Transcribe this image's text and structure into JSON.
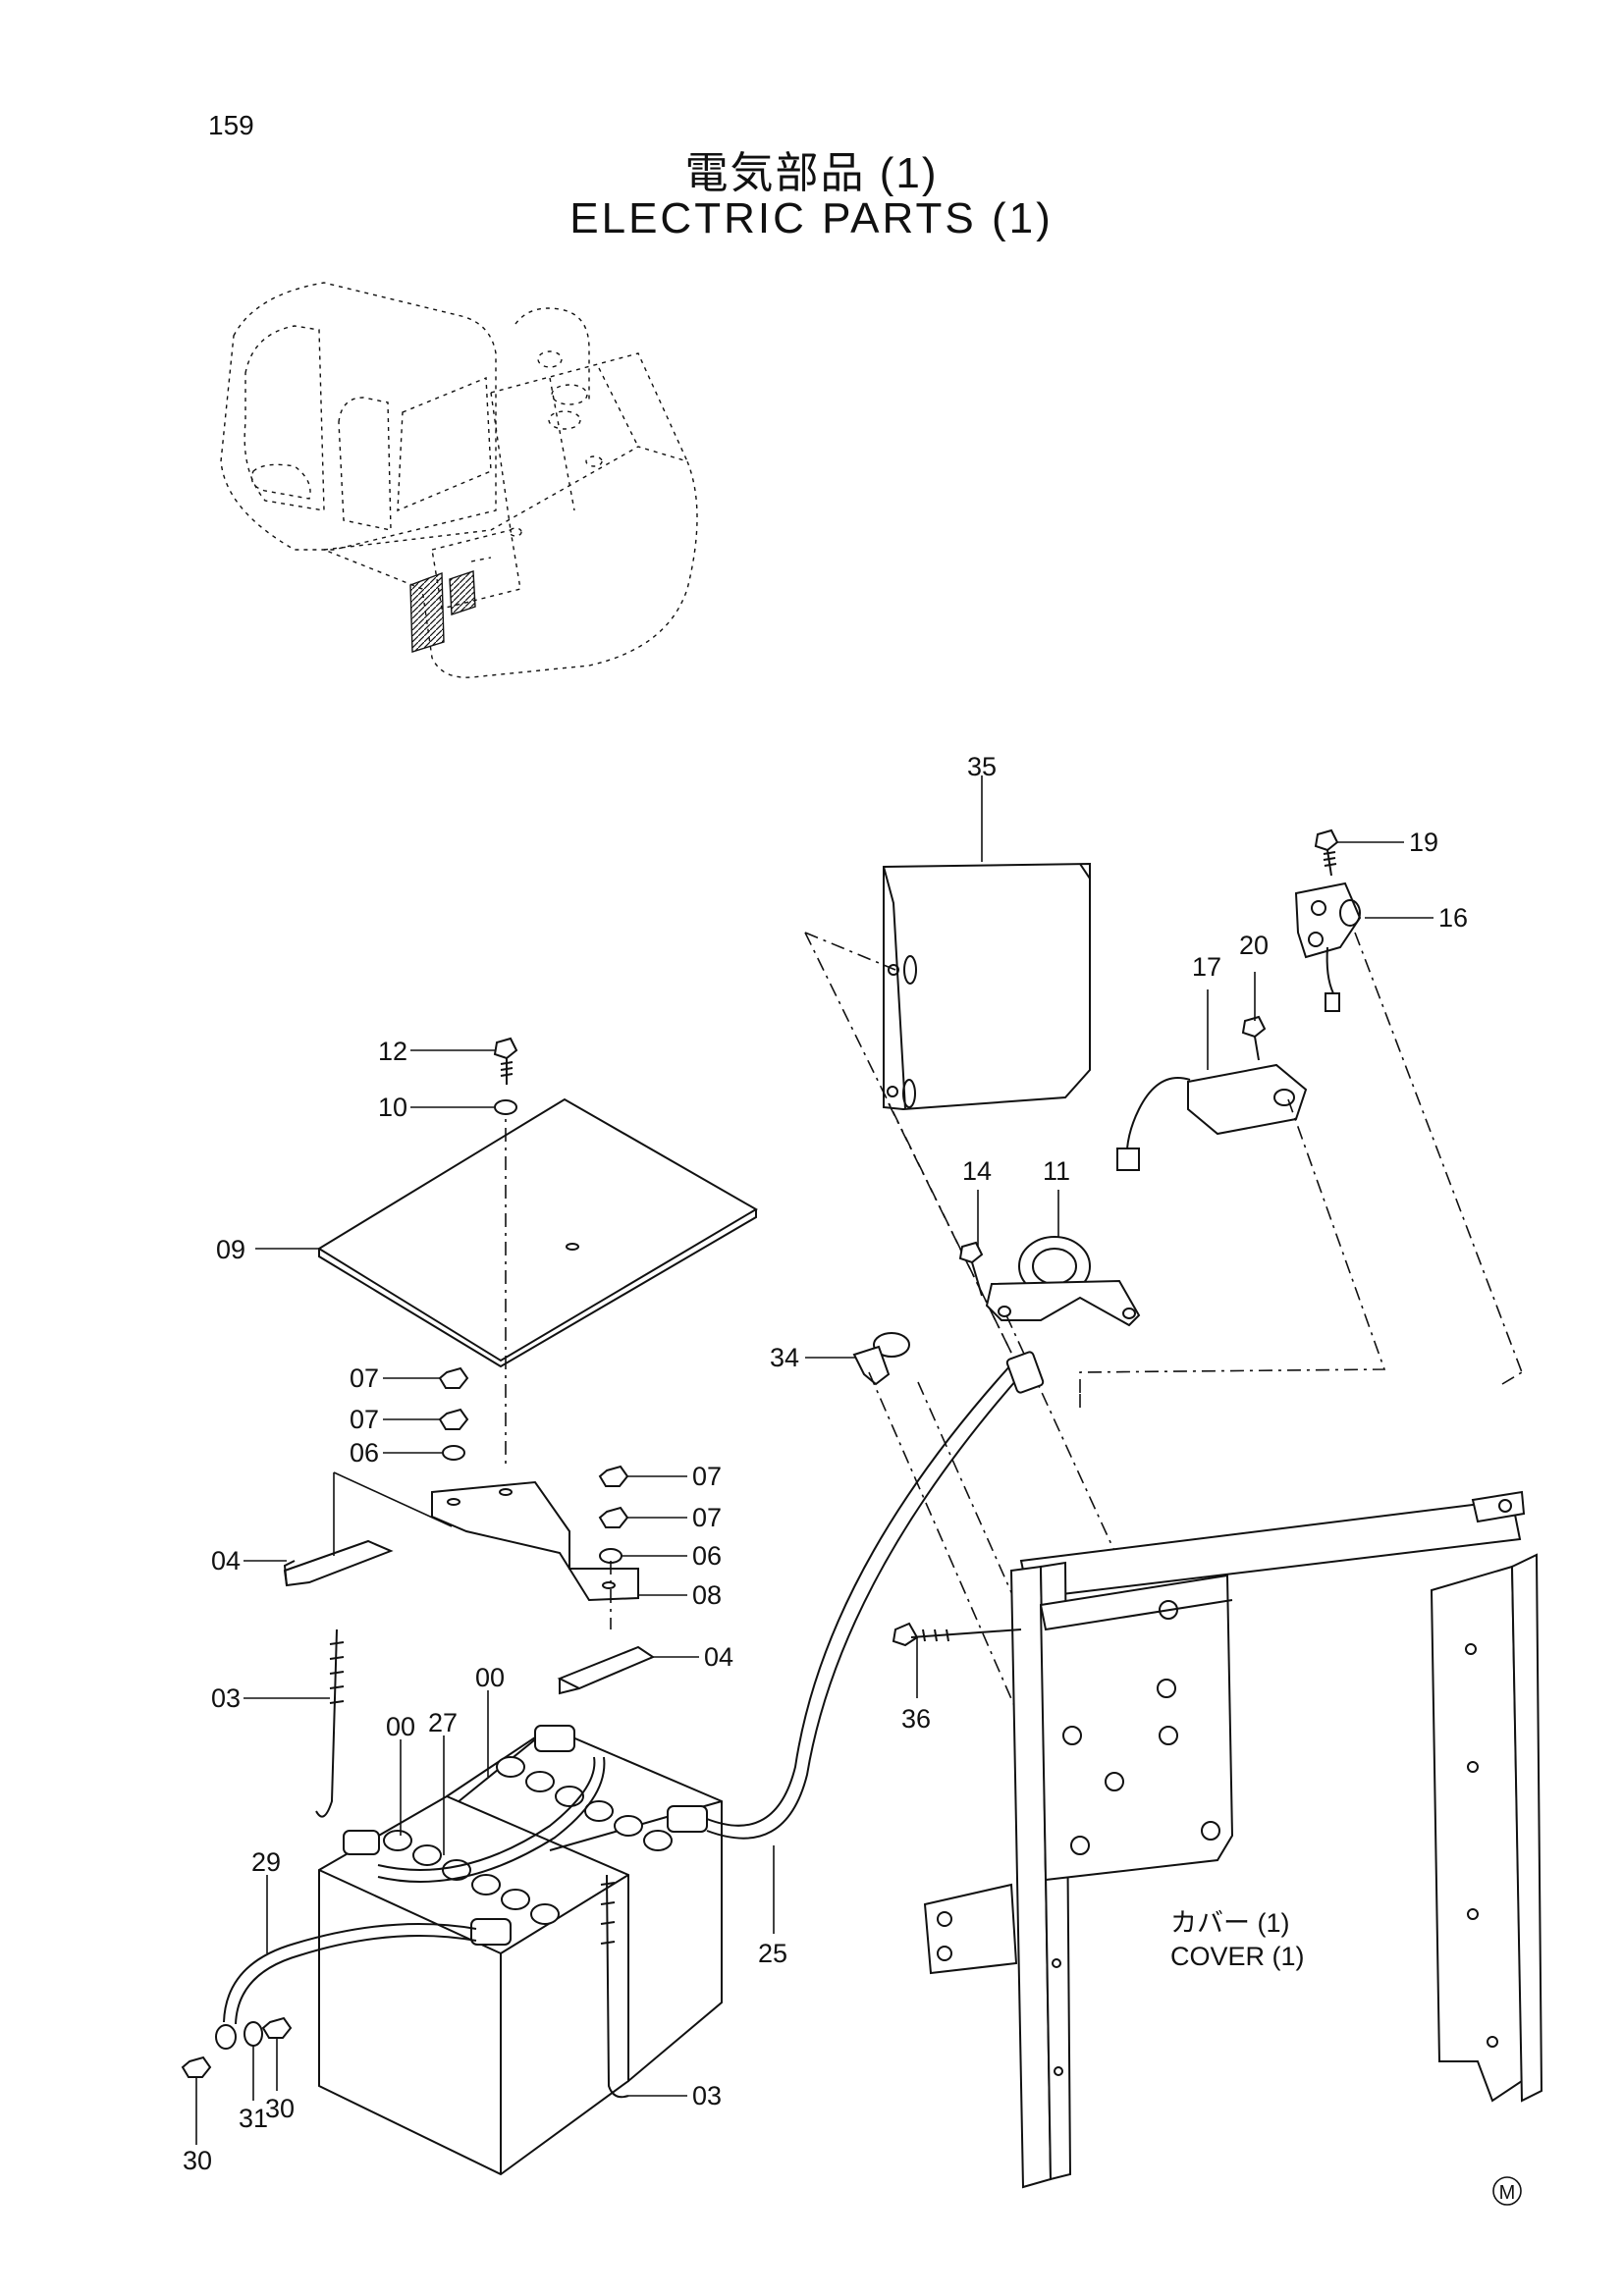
{
  "page": {
    "number": "159",
    "title_jp": "電気部品 (1)",
    "title_en": "ELECTRIC PARTS (1)"
  },
  "cover_label": {
    "jp": "カバー (1)",
    "en": "COVER (1)"
  },
  "part_labels": {
    "p35": "35",
    "p19": "19",
    "p16": "16",
    "p17": "17",
    "p20": "20",
    "p12": "12",
    "p10": "10",
    "p14": "14",
    "p11": "11",
    "p09": "09",
    "p34": "34",
    "p07a": "07",
    "p07b": "07",
    "p06a": "06",
    "p07c": "07",
    "p07d": "07",
    "p04a": "04",
    "p06b": "06",
    "p08": "08",
    "p36": "36",
    "p04b": "04",
    "p03a": "03",
    "p00a": "00",
    "p27": "27",
    "p00b": "00",
    "p29": "29",
    "p25": "25",
    "p30a": "30",
    "p31": "31",
    "p30b": "30",
    "p03b": "03"
  },
  "marker": "M"
}
